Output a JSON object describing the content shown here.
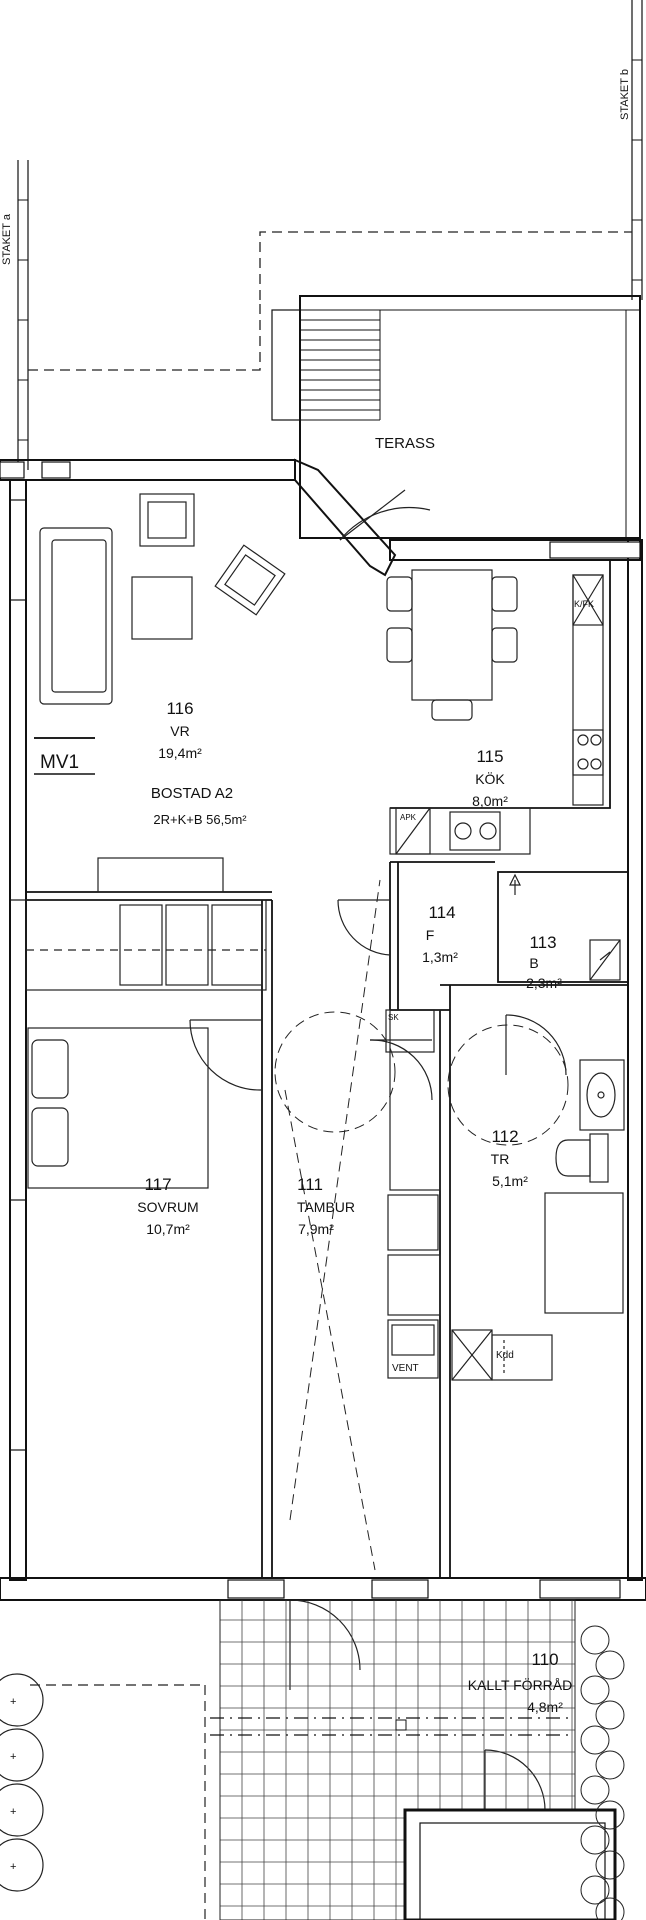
{
  "plan": {
    "apartment": {
      "name": "BOSTAD A2",
      "spec": "2R+K+B  56,5m²"
    },
    "marker": "MV1",
    "fence_left": "STAKET a",
    "fence_right": "STAKET b",
    "terrace": "TERASS",
    "rooms": [
      {
        "id": "116",
        "name": "VR",
        "area": "19,4m²"
      },
      {
        "id": "115",
        "name": "KÖK",
        "area": "8,0m²"
      },
      {
        "id": "114",
        "name": "F",
        "area": "1,3m²"
      },
      {
        "id": "113",
        "name": "B",
        "area": "2,3m²"
      },
      {
        "id": "112",
        "name": "TR",
        "area": "5,1m²"
      },
      {
        "id": "111",
        "name": "TAMBUR",
        "area": "7,9m²"
      },
      {
        "id": "117",
        "name": "SOVRUM",
        "area": "10,7m²"
      },
      {
        "id": "110",
        "name": "KALLT FÖRRÅD",
        "area": "4,8m²"
      }
    ],
    "fixtures": {
      "fridge": "K/FK",
      "dishwasher": "APK",
      "wardrobe": "SK",
      "ventilation": "VENT",
      "bath_unit": "Kdd"
    }
  }
}
